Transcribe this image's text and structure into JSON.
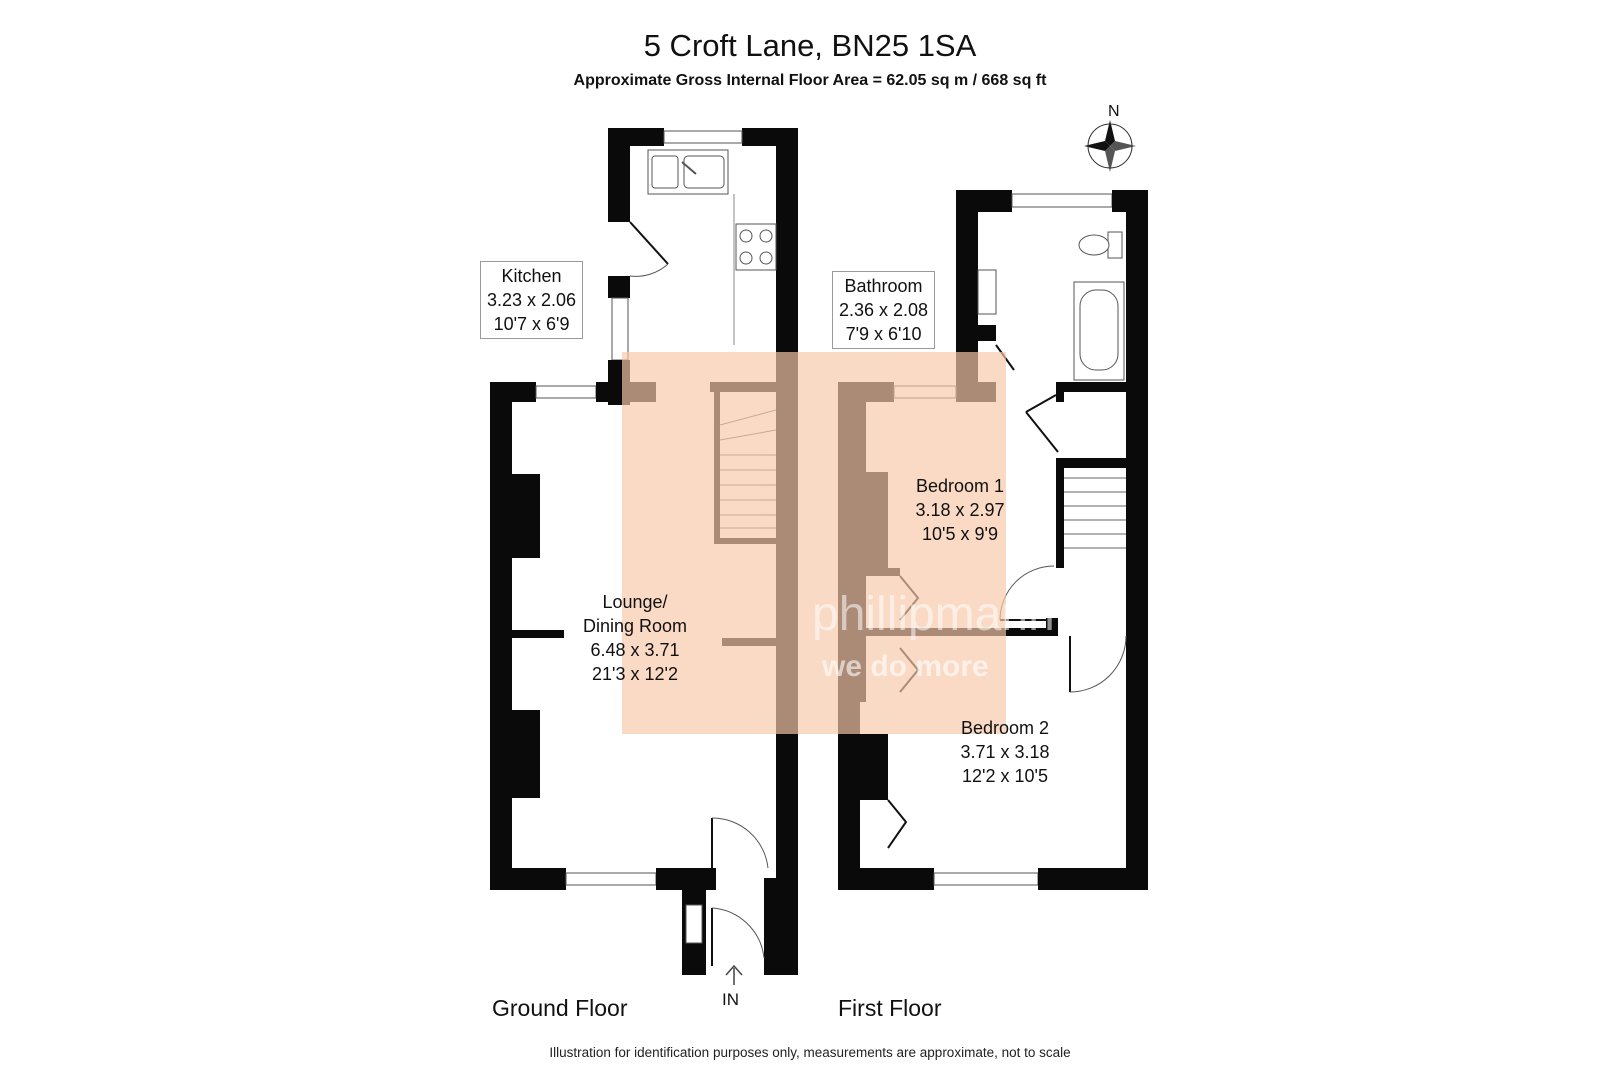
{
  "header": {
    "title": "5 Croft Lane, BN25 1SA",
    "subtitle": "Approximate Gross Internal Floor Area = 62.05 sq m / 668 sq ft"
  },
  "compass": {
    "north_label": "N"
  },
  "floors": {
    "ground": {
      "label": "Ground Floor"
    },
    "first": {
      "label": "First Floor"
    }
  },
  "entrance": {
    "label": "IN"
  },
  "rooms": {
    "kitchen": {
      "name": "Kitchen",
      "metric": "3.23 x 2.06",
      "imperial": "10'7 x 6'9"
    },
    "lounge": {
      "name_line1": "Lounge/",
      "name_line2": "Dining Room",
      "metric": "6.48 x 3.71",
      "imperial": "21'3 x 12'2"
    },
    "bathroom": {
      "name": "Bathroom",
      "metric": "2.36 x 2.08",
      "imperial": "7'9 x 6'10"
    },
    "bedroom1": {
      "name": "Bedroom 1",
      "metric": "3.18 x 2.97",
      "imperial": "10'5 x 9'9"
    },
    "bedroom2": {
      "name": "Bedroom 2",
      "metric": "3.71 x 3.18",
      "imperial": "12'2 x 10'5"
    }
  },
  "watermark": {
    "brand": "phillipmann",
    "tagline": "we do more",
    "color": "#f7c9a9"
  },
  "footer": {
    "note": "Illustration for identification purposes only, measurements are approximate, not to scale"
  },
  "colors": {
    "wall": "#0a0a0a",
    "window": "#ffffff",
    "line": "#555555"
  }
}
